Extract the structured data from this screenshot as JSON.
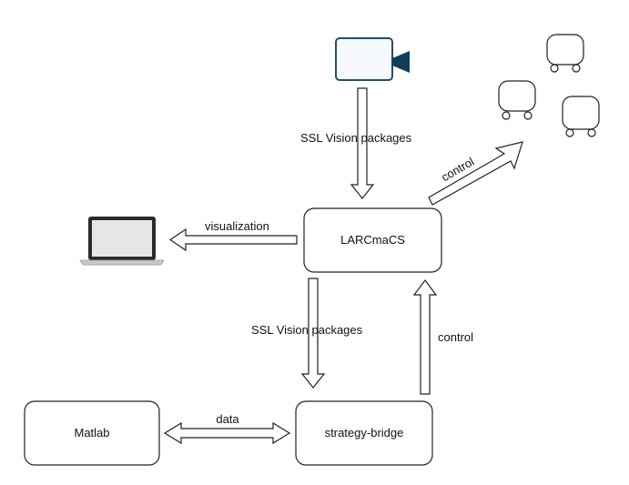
{
  "nodes": {
    "larcmacs": "LARCmaCS",
    "matlab": "Matlab",
    "strategy_bridge": "strategy-bridge"
  },
  "edges": {
    "camera_to_larcmacs": "SSL Vision packages",
    "larcmacs_to_bridge": "SSL Vision packages",
    "larcmacs_to_laptop": "visualization",
    "larcmacs_to_robots": "control",
    "bridge_to_larcmacs": "control",
    "matlab_bridge": "data"
  },
  "colors": {
    "camera_body": "#f7fafc",
    "camera_outline": "#1f4e6b",
    "camera_lens": "#0f3d5c",
    "laptop_screen": "#e6e6e6",
    "laptop_frame": "#333333",
    "laptop_base": "#c8c8c8"
  },
  "icons": [
    "camera-icon",
    "laptop-icon",
    "robot-icon"
  ]
}
